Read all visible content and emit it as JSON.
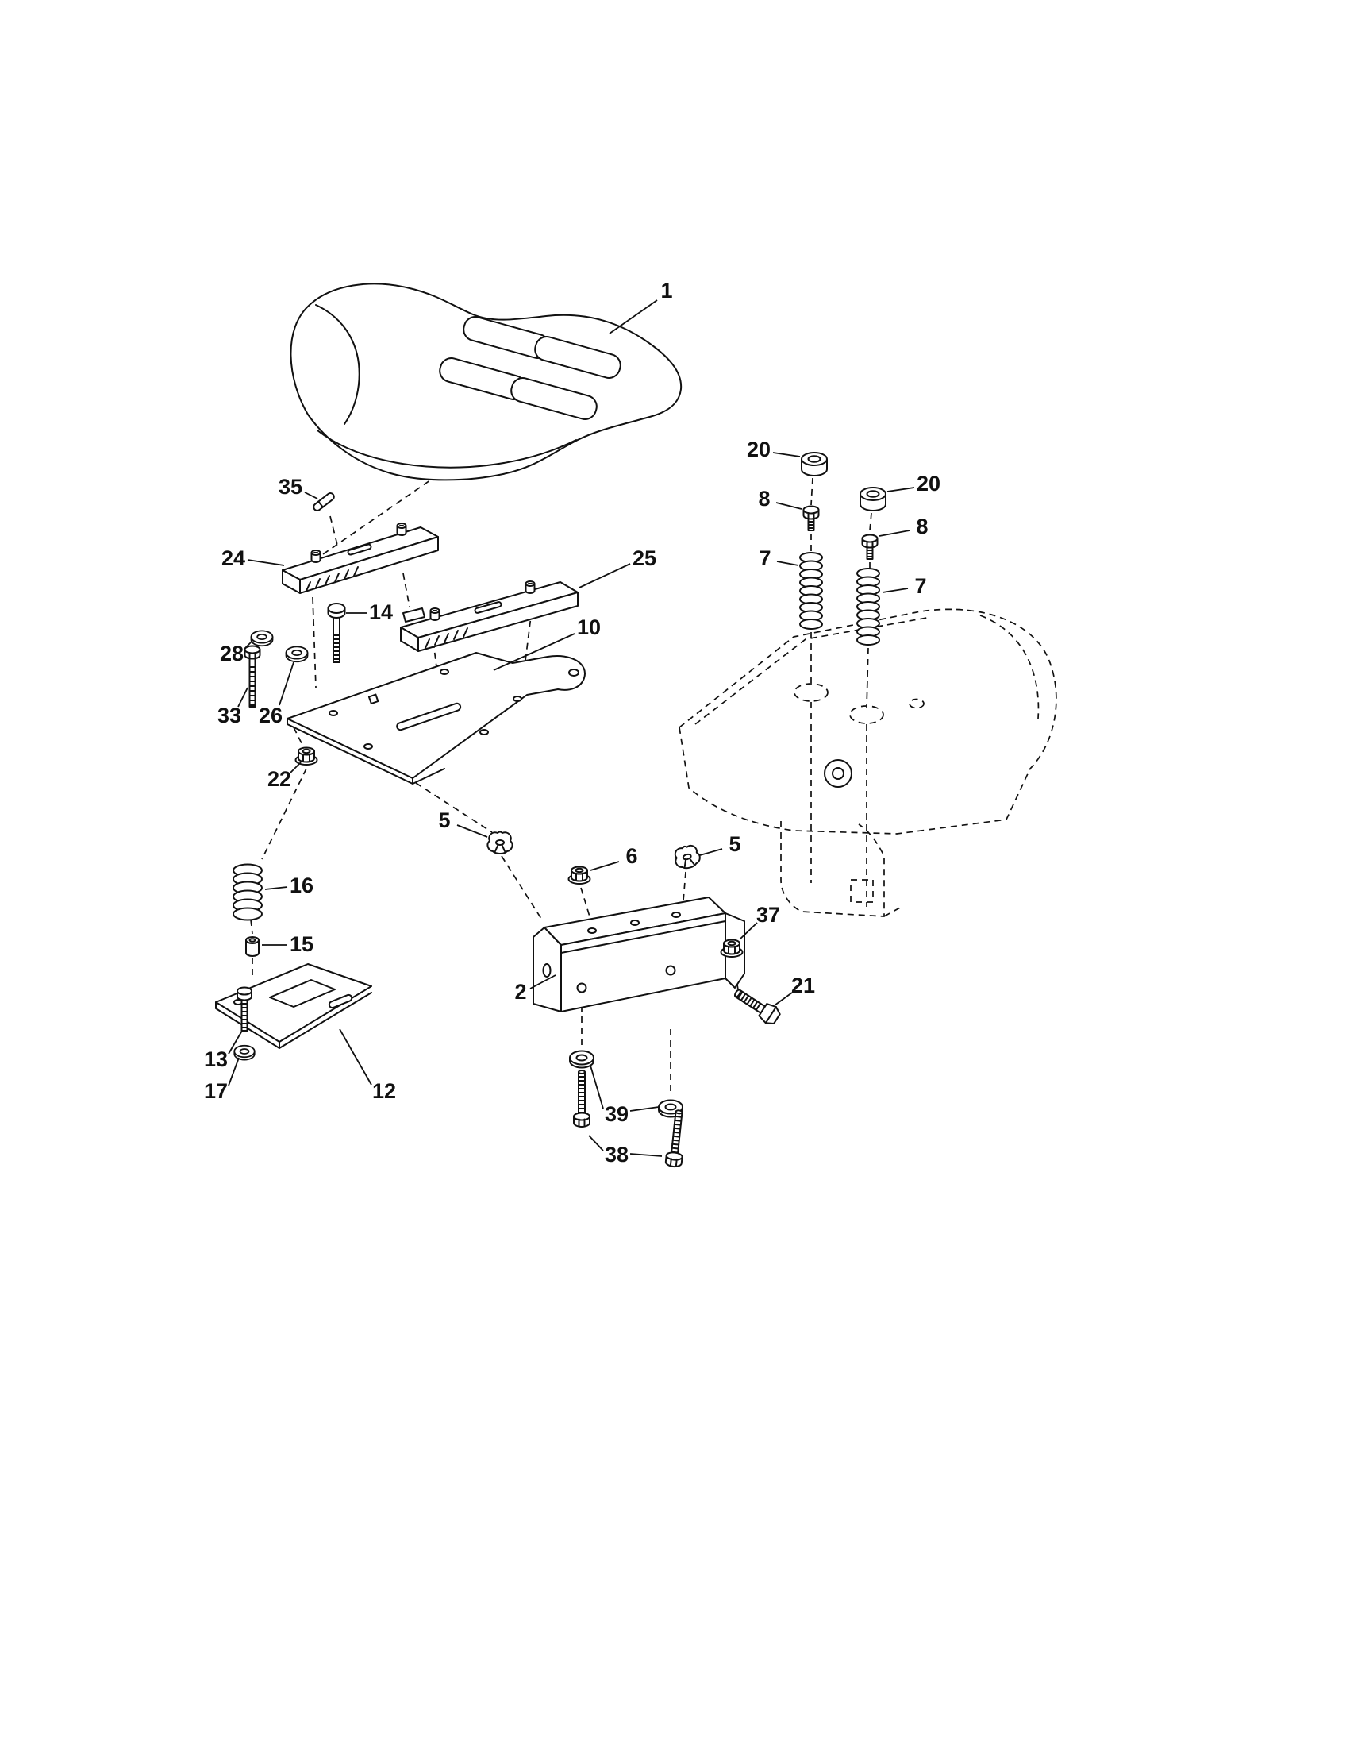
{
  "figure": {
    "type": "exploded-parts-diagram",
    "subject": "seat assembly",
    "background_color": "#ffffff",
    "line_color": "#111111"
  },
  "callouts": [
    {
      "label": "1",
      "part": "seat"
    },
    {
      "label": "35",
      "part": "pin"
    },
    {
      "label": "24",
      "part": "adjustment-rail-left"
    },
    {
      "label": "25",
      "part": "adjustment-rail-right"
    },
    {
      "label": "14",
      "part": "shoulder-bolt"
    },
    {
      "label": "10",
      "part": "seat-pan"
    },
    {
      "label": "28",
      "part": "washer"
    },
    {
      "label": "33",
      "part": "bolt"
    },
    {
      "label": "26",
      "part": "washer"
    },
    {
      "label": "22",
      "part": "flange-nut"
    },
    {
      "label": "5",
      "part": "retainer-clip-left"
    },
    {
      "label": "6",
      "part": "flange-nut"
    },
    {
      "label": "5",
      "part": "retainer-clip-right"
    },
    {
      "label": "16",
      "part": "spring"
    },
    {
      "label": "15",
      "part": "spacer"
    },
    {
      "label": "2",
      "part": "seat-bracket"
    },
    {
      "label": "37",
      "part": "flange-nut"
    },
    {
      "label": "21",
      "part": "hex-bolt"
    },
    {
      "label": "13",
      "part": "bolt"
    },
    {
      "label": "17",
      "part": "washer"
    },
    {
      "label": "12",
      "part": "pivot-bracket"
    },
    {
      "label": "39",
      "part": "washer-pair"
    },
    {
      "label": "38",
      "part": "hex-bolt-pair"
    },
    {
      "label": "20",
      "part": "bushing-left"
    },
    {
      "label": "20",
      "part": "bushing-right"
    },
    {
      "label": "8",
      "part": "hex-bolt-left"
    },
    {
      "label": "8",
      "part": "hex-bolt-right"
    },
    {
      "label": "7",
      "part": "spring-left"
    },
    {
      "label": "7",
      "part": "spring-right"
    }
  ]
}
